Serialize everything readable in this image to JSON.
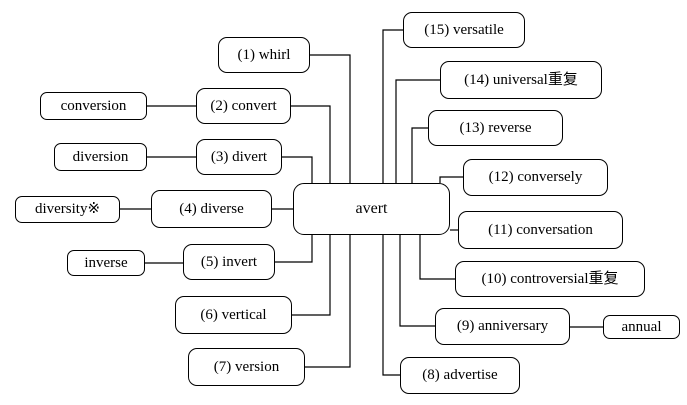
{
  "diagram": {
    "center": "avert",
    "left_branches": [
      {
        "label": "(1) whirl"
      },
      {
        "label": "(2) convert",
        "related": "conversion"
      },
      {
        "label": "(3) divert",
        "related": "diversion"
      },
      {
        "label": "(4) diverse",
        "related": "diversity※"
      },
      {
        "label": "(5) invert",
        "related": "inverse"
      },
      {
        "label": "(6) vertical"
      },
      {
        "label": "(7) version"
      }
    ],
    "right_branches": [
      {
        "label": "(15) versatile"
      },
      {
        "label": "(14) universal重复"
      },
      {
        "label": "(13) reverse"
      },
      {
        "label": "(12) conversely"
      },
      {
        "label": "(11) conversation"
      },
      {
        "label": "(10) controversial重复"
      },
      {
        "label": "(9) anniversary",
        "related": "annual"
      },
      {
        "label": "(8) advertise"
      }
    ],
    "colors": {
      "line": "#000000",
      "box_border": "#000000",
      "background": "#ffffff"
    }
  }
}
